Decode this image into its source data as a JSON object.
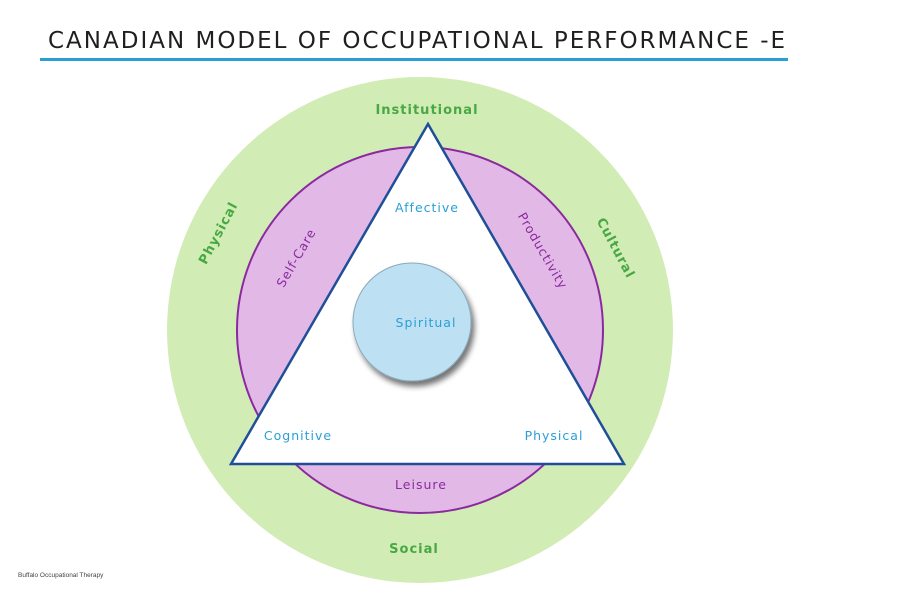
{
  "header": {
    "title": "CANADIAN MODEL OF OCCUPATIONAL PERFORMANCE -E"
  },
  "diagram": {
    "environment": {
      "top": "Institutional",
      "left": "Physical",
      "right": "Cultural",
      "bottom": "Social"
    },
    "occupation": {
      "left": "Self-Care",
      "right": "Productivity",
      "bottom": "Leisure"
    },
    "person": {
      "top": "Affective",
      "left": "Cognitive",
      "right": "Physical"
    },
    "core": {
      "label": "Spiritual"
    }
  },
  "colors": {
    "environment_fill": "#d2ecb6",
    "environment_text": "#48a844",
    "occupation_fill": "#e2b9e6",
    "occupation_stroke": "#8a2a9e",
    "occupation_text": "#8a2a9e",
    "triangle_stroke": "#1f4f98",
    "person_text": "#2a9fd6",
    "core_fill": "#bde1f3",
    "title_rule": "#2a9fd6"
  },
  "footer": {
    "credit": "Buffalo Occupational Therapy"
  }
}
